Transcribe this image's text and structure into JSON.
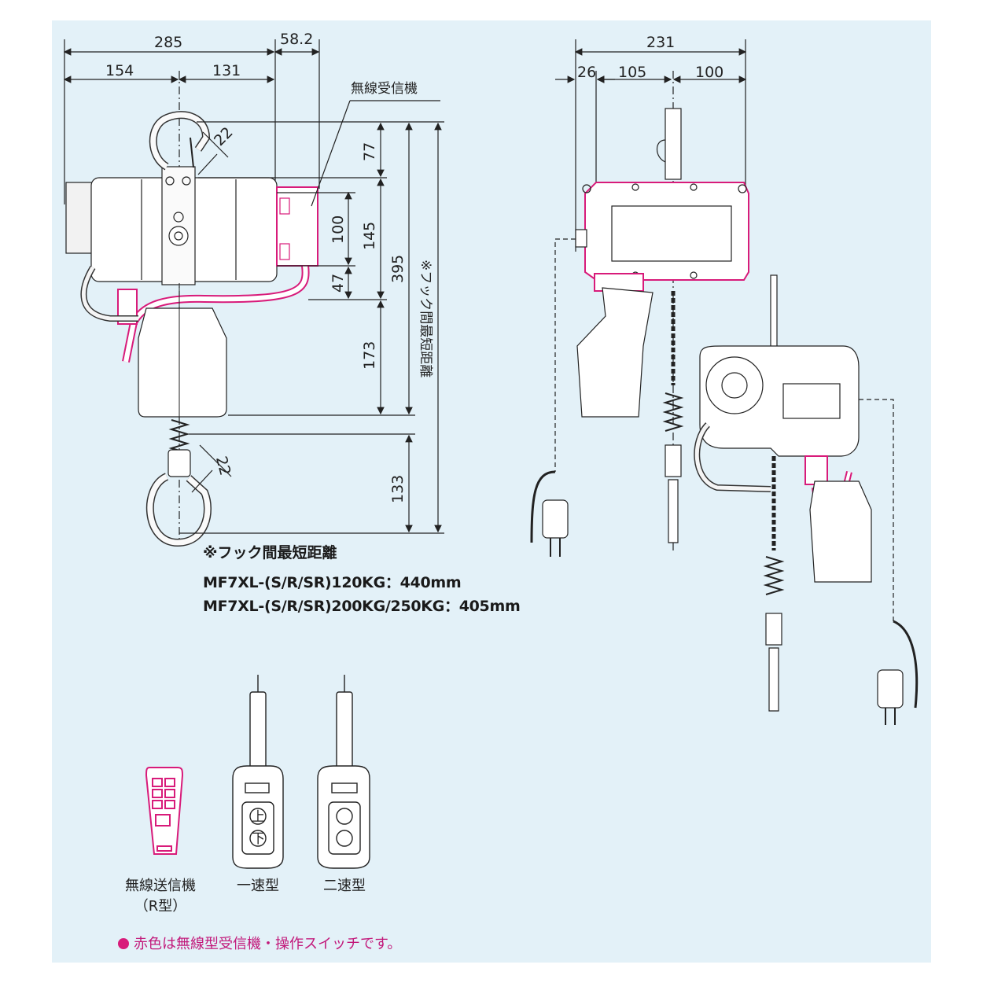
{
  "dimensions": {
    "d285": "285",
    "d58": "58.2",
    "d154": "154",
    "d131": "131",
    "d22a": "22",
    "d77": "77",
    "d100v": "100",
    "d145": "145",
    "d47": "47",
    "d395": "395",
    "d173": "173",
    "d22b": "22",
    "d133": "133",
    "d231": "231",
    "d26": "26",
    "d105": "105",
    "d100h": "100"
  },
  "labels": {
    "receiver": "無線受信機",
    "hook_distance_vertical": "※フック間最短距離"
  },
  "note": {
    "title": "※フック間最短距離",
    "line1": "MF7XL-(S/R/SR)120KG：440mm",
    "line2": "MF7XL-(S/R/SR)200KG/250KG：405mm"
  },
  "controllers": {
    "wireless_caption_line1": "無線送信機",
    "wireless_caption_line2": "（R型）",
    "single_speed_caption": "一速型",
    "two_speed_caption": "二速型",
    "button_up": "上",
    "button_down": "下"
  },
  "footer": {
    "text": "赤色は無線型受信機・操作スイッチです。"
  },
  "colors": {
    "background": "#e3f1f8",
    "highlight": "#d81b7a",
    "line": "#1f1f1f"
  }
}
